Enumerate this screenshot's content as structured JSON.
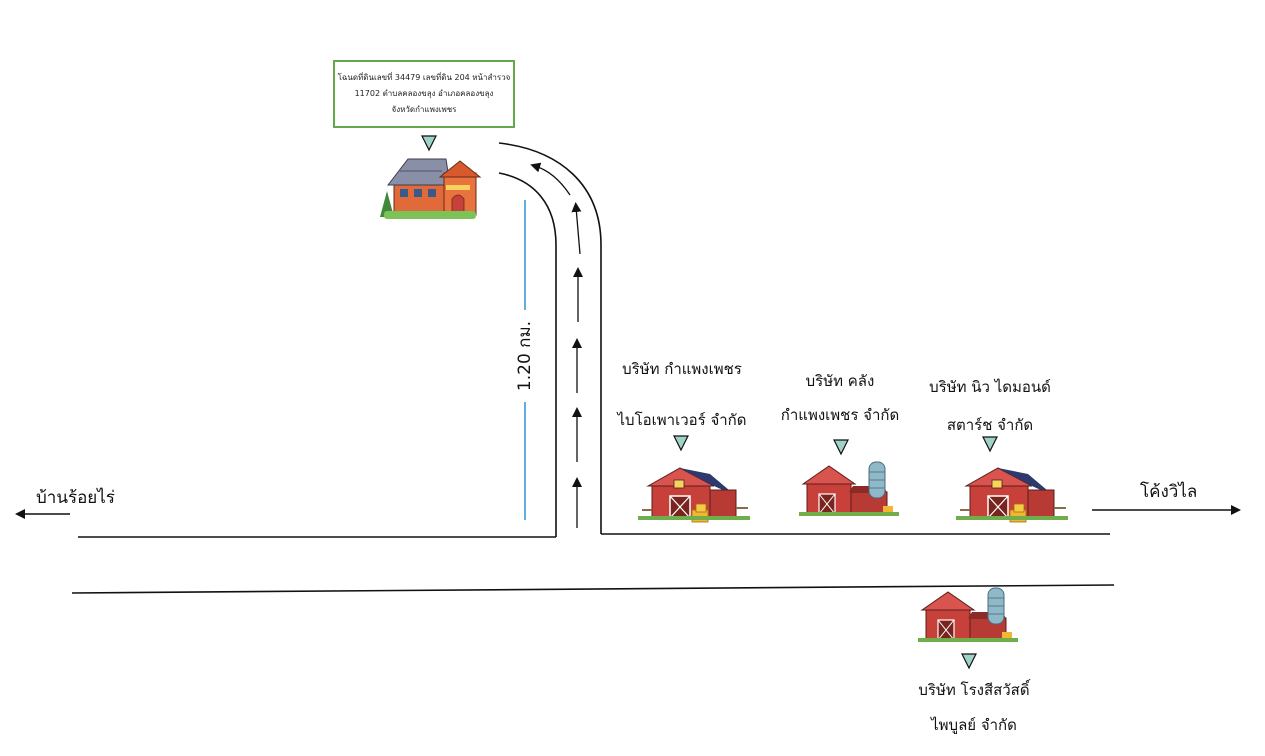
{
  "land_note": {
    "line1": "โฉนดที่ดินเลขที่ 34479 เลขที่ดิน 204 หน้าสำรวจ",
    "line2": "11702 ตำบลคลองขลุง อำเภอคลองขลุง",
    "line3": "จังหวัดกำแพงเพชร"
  },
  "distance_label": "1.20 กม.",
  "places": {
    "left": "บ้านร้อยไร่",
    "right": "โค้งวิไล"
  },
  "companies": [
    {
      "line1": "บริษัท กำแพงเพชร",
      "line2": "ไบโอเพาเวอร์ จำกัด"
    },
    {
      "line1": "บริษัท คลัง",
      "line2": "กำแพงเพชร จำกัด"
    },
    {
      "line1": "บริษัท นิว ไดมอนด์",
      "line2": "สตาร์ช จำกัด"
    },
    {
      "line1": "บริษัท โรงสีสวัสดิ์",
      "line2": "ไพบูลย์ จำกัด"
    }
  ],
  "colors": {
    "note_border": "#63a84a",
    "distance_line": "#3a9ad9",
    "marker_fill": "#9fd3c7",
    "barn_red": "#c8403a",
    "house_orange": "#e06a3a"
  }
}
